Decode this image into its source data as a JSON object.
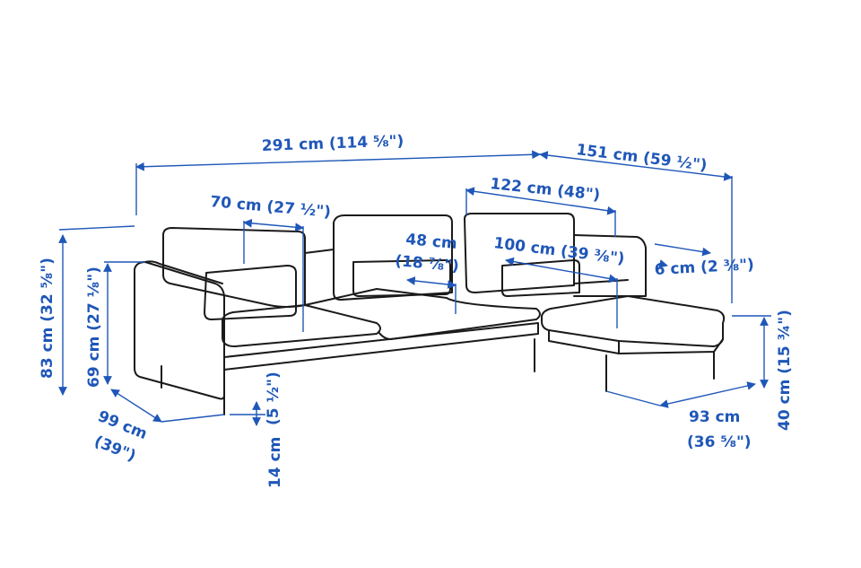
{
  "accent": "#1f57b8",
  "dimensions": {
    "total_width": "291 cm (114 ⅝\")",
    "chaise_width": "151 cm (59 ½\")",
    "chaise_back_width": "122 cm (48\")",
    "back_cushion_width": "70 cm (27 ½\")",
    "seat_depth_a": "48 cm",
    "seat_depth_b": "(18 ⅞\")",
    "chaise_depth": "100 cm (39 ⅜\")",
    "armrest_width": "6 cm (2 ⅜\")",
    "total_height": "83 cm (32 ⅝\")",
    "armrest_height": "69 cm (27 ⅛\")",
    "depth_a": "99 cm",
    "depth_b": "(39\")",
    "leg_height_a": "(5 ½\")",
    "leg_height_b": "14 cm",
    "seat_height": "40 cm (15 ¾\")",
    "chaise_seat_depth_a": "93 cm",
    "chaise_seat_depth_b": "(36 ⅝\")"
  }
}
